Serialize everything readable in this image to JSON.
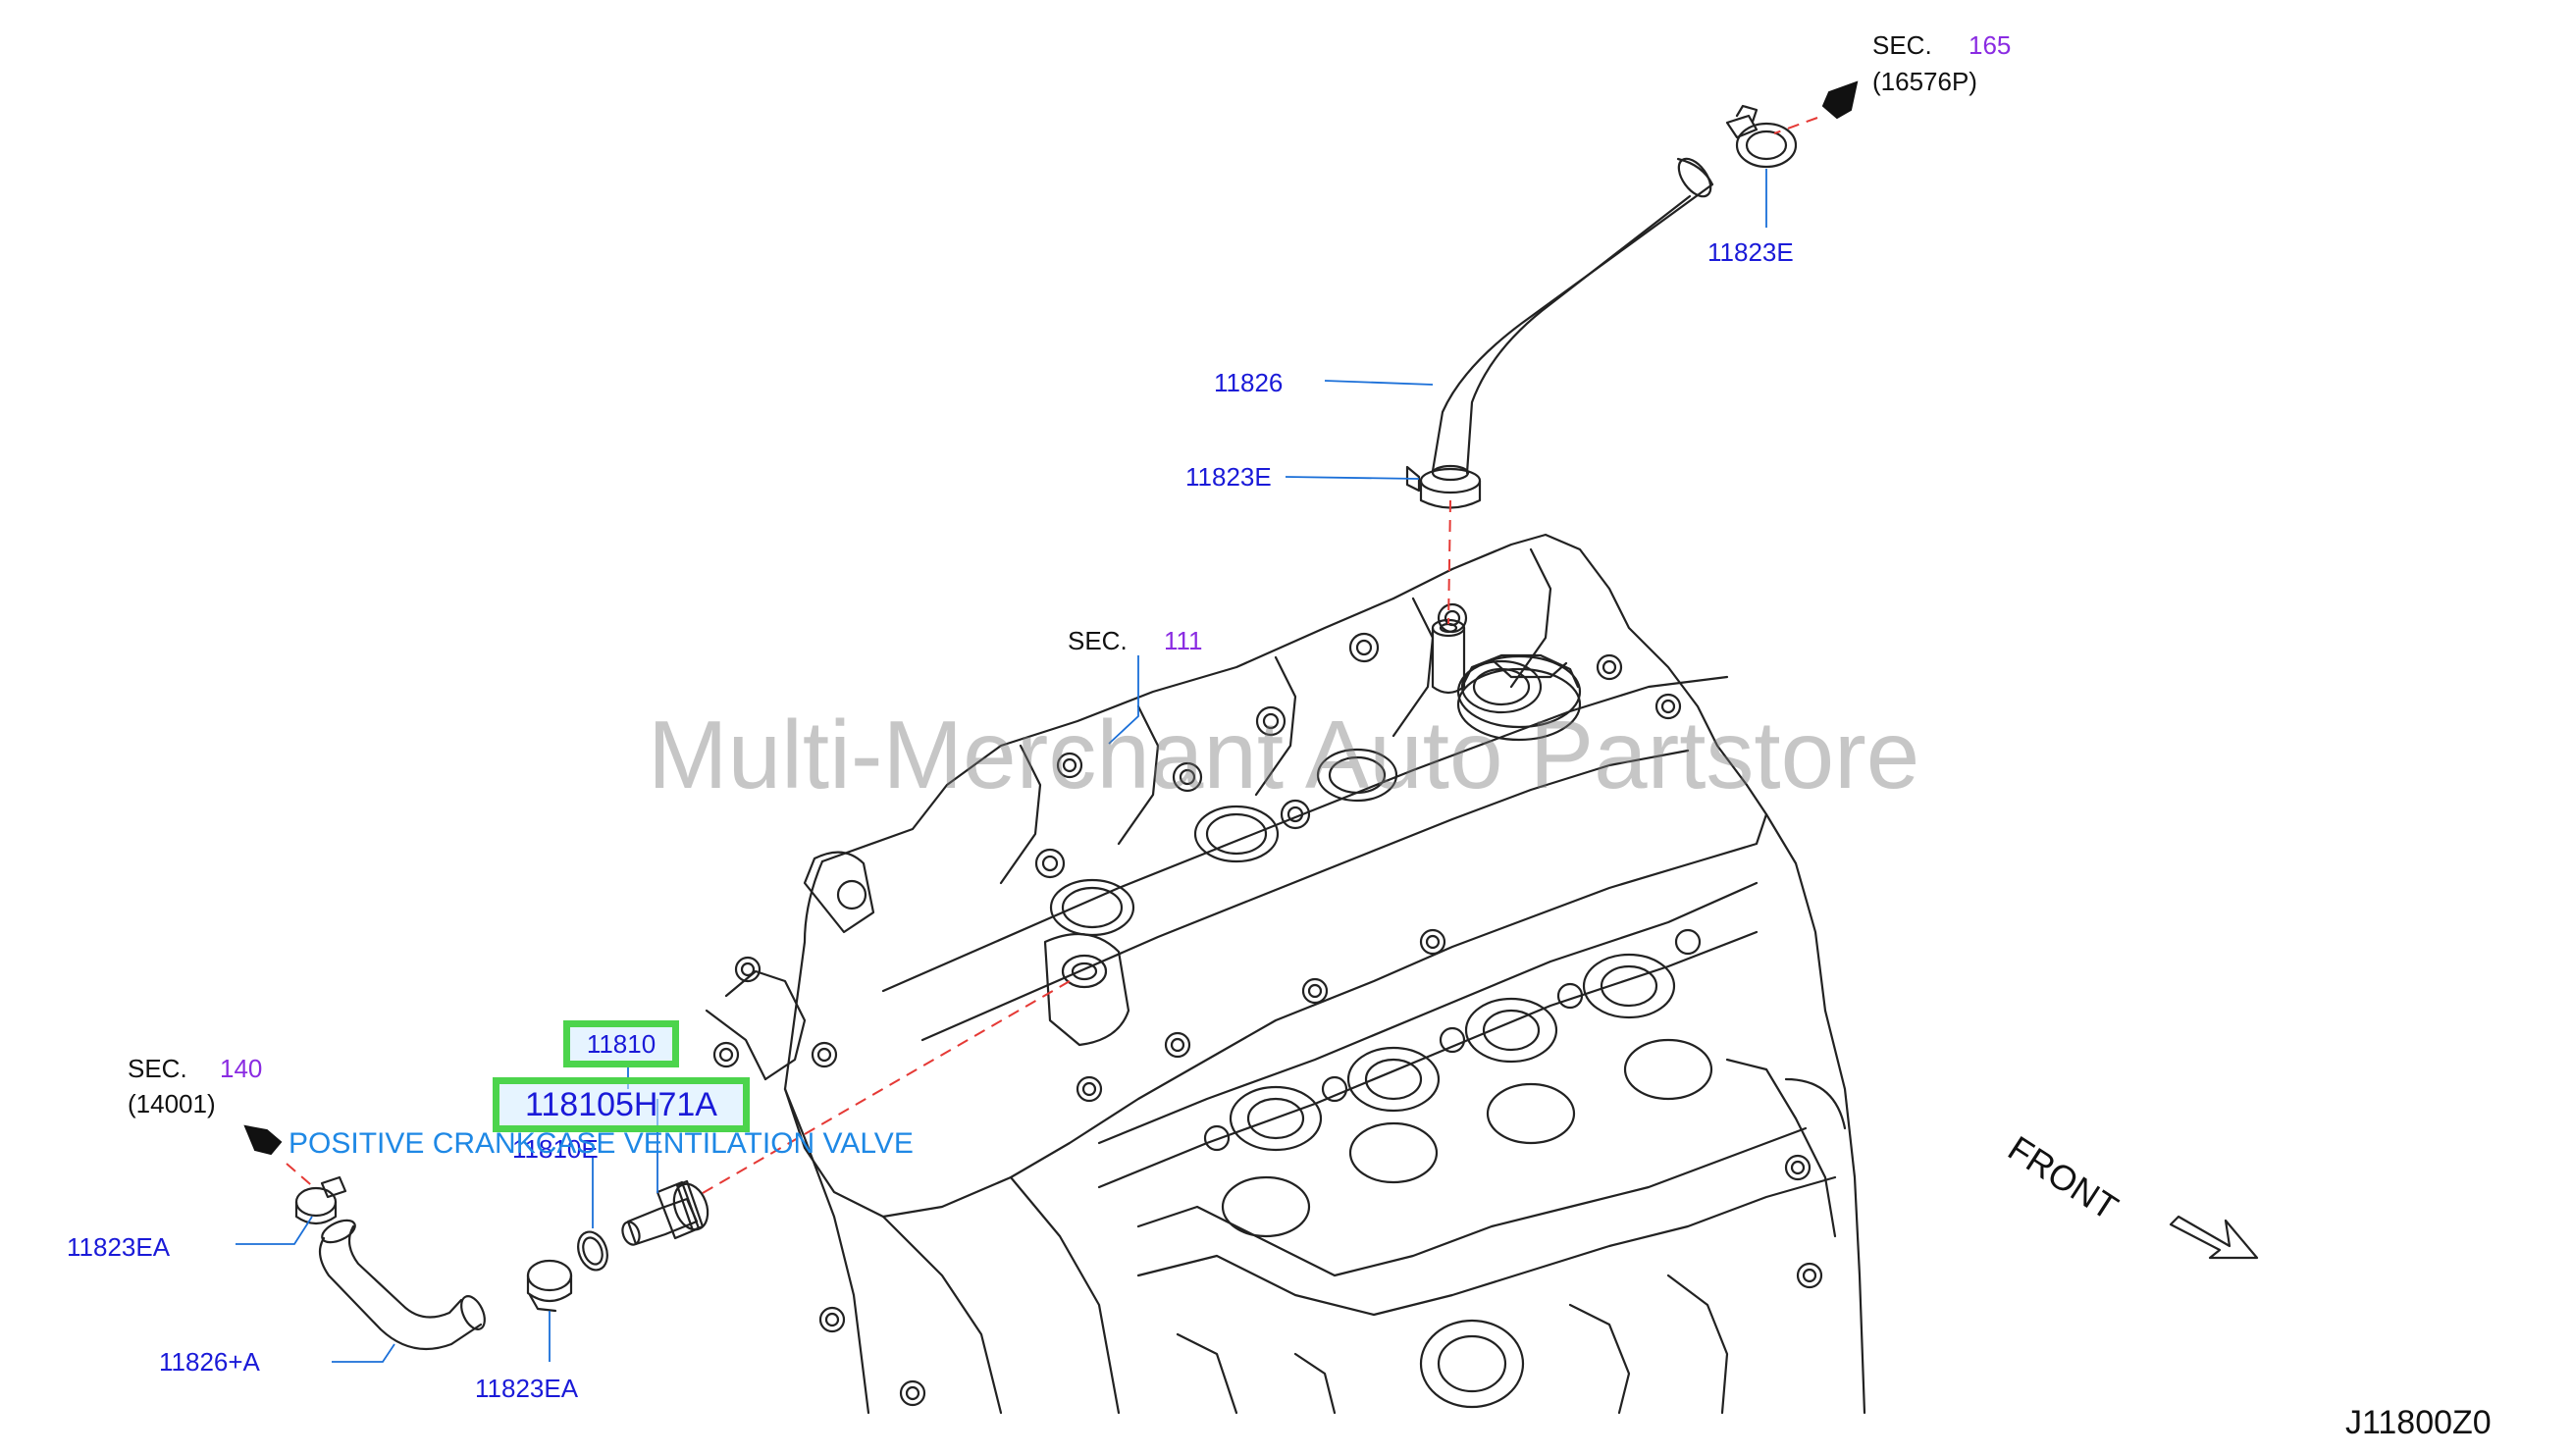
{
  "watermark": "Multi-Merchant Auto Partstore",
  "diagram_code": "J11800Z0",
  "front_label": "FRONT",
  "highlight": {
    "primary_part": "11810",
    "part_number": "118105H71A",
    "description": "POSITIVE CRANKCASE VENTILATION VALVE"
  },
  "sections": [
    {
      "sec": "SEC.",
      "num": "165",
      "sub": "(16576P)"
    },
    {
      "sec": "SEC.",
      "num": "111"
    },
    {
      "sec": "SEC.",
      "num": "140",
      "sub": "(14001)"
    }
  ],
  "callouts": {
    "c1": "11823E",
    "c2": "11826",
    "c3": "11823E",
    "c4": "11810E",
    "c5": "11823EA",
    "c6": "11826+A",
    "c7": "11823EA"
  },
  "colors": {
    "callout": "#1a1ad8",
    "section_number": "#8a2be2",
    "highlight_border": "#4cd44c",
    "description": "#1e88e5",
    "leader_dash": "#e53935"
  }
}
